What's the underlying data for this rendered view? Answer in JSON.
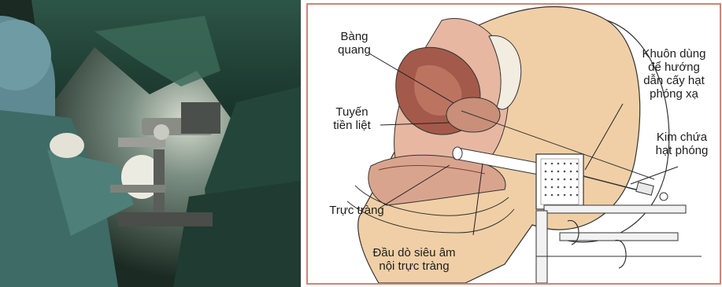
{
  "labels": {
    "bladder": "Bàng\nquang",
    "prostate": "Tuyến\ntiền liệt",
    "rectum": "Trực tràng",
    "probe": "Đầu dò siêu âm\nnội trực tràng",
    "template": "Khuôn dùng\nđể hướng\ndẫn cấy hạt\nphóng xạ",
    "needle": "Kim chứa\nhạt phóng"
  },
  "colors": {
    "photo_bg": "#18271f",
    "drape": "#2f5a4b",
    "diagram_border": "#c9867a",
    "skin": "#f0cfa6",
    "tissue": "#a45a4a"
  }
}
